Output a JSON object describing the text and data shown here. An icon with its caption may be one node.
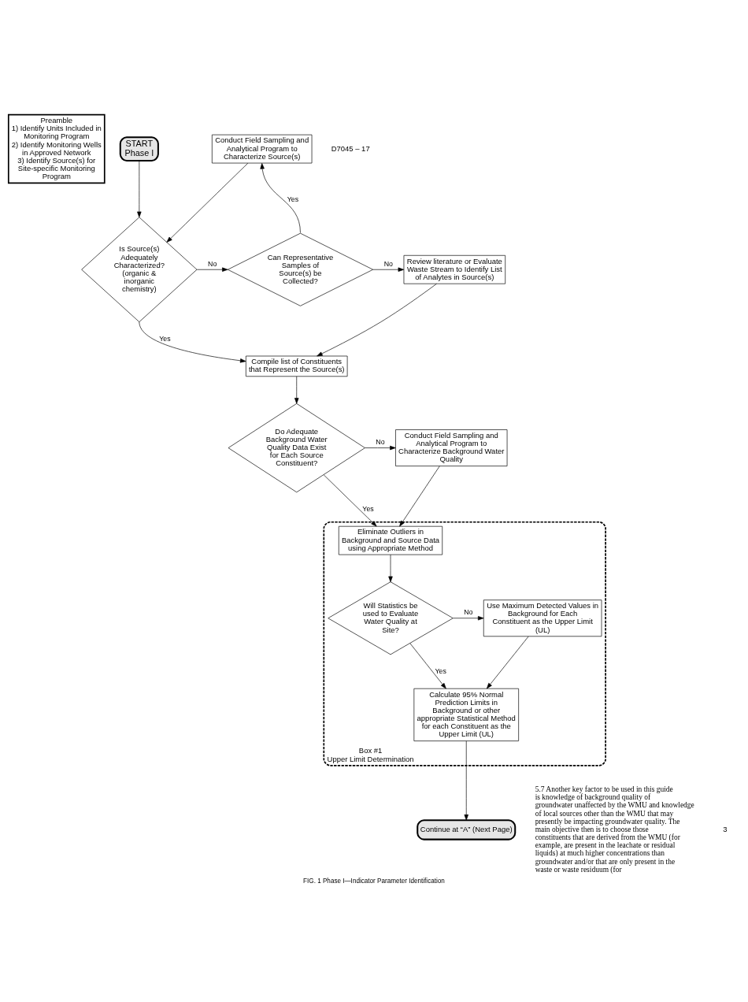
{
  "diagram": {
    "caption": "FIG. 1 Phase I—Indicator Parameter Identification",
    "nodes": [
      {
        "text": [
          "Preamble",
          "1) Identify Units Included in Monitoring Program",
          "2) Identify Monitoring Wells in Approved Network",
          "3) Identify Source(s) for Site-specific Monitoring Program"
        ]
      },
      {
        "text": [
          "START",
          "Phase I"
        ]
      },
      {
        "text": [
          "Conduct Field Sampling and Analytical Program to Characterize Source(s)"
        ]
      },
      {
        "text": [
          "Is Source(s) Adequately Characterized? (organic & inorganic chemistry)"
        ]
      },
      {
        "text": [
          "Can Representative Samples of Source(s) be Collected?"
        ]
      },
      {
        "text": [
          "Review literature or Evaluate Waste Stream to Identify List of Analytes in Source(s)"
        ]
      },
      {
        "text": [
          "Compile list of Constituents that Represent the Source(s)"
        ]
      },
      {
        "text": [
          "Do Adequate Background Water Quality Data Exist for Each Source Constituent?"
        ]
      },
      {
        "text": [
          "Conduct Field Sampling and Analytical Program to Characterize Background Water Quality"
        ]
      },
      {
        "text": [
          "Box #1",
          "Upper Limit Determination"
        ]
      },
      {
        "text": [
          "Eliminate Outliers in Background and Source Data using Appropriate Method"
        ],
        "in": 9
      },
      {
        "text": [
          "Will Statistics be used to Evaluate Water Quality at Site?"
        ],
        "in": 9
      },
      {
        "text": [
          "Use Maximum Detected Values in Background for Each Constituent as the Upper Limit (UL)"
        ],
        "in": 9
      },
      {
        "text": [
          "Calculate 95% Normal Prediction Limits in Background or other appropriate Statistical Method for each Constituent as the Upper Limit (UL)"
        ],
        "in": 9
      },
      {
        "text": [
          "Continue at “A” (Next Page)"
        ]
      }
    ],
    "edges": [
      {
        "from": 1,
        "to": 3,
        "arrow": "to"
      },
      {
        "from": 2,
        "to": 3,
        "arrow": "to"
      },
      {
        "from": 3,
        "to": 4,
        "arrow": "to",
        "label": "No"
      },
      {
        "from": 4,
        "to": 2,
        "arrow": "to",
        "label": "Yes"
      },
      {
        "from": 4,
        "to": 5,
        "arrow": "to",
        "label": "No"
      },
      {
        "from": 3,
        "to": 6,
        "arrow": "to",
        "label": "Yes"
      },
      {
        "from": 5,
        "to": 6,
        "arrow": "to"
      },
      {
        "from": 6,
        "to": 7,
        "arrow": "to"
      },
      {
        "from": 7,
        "to": 8,
        "arrow": "to",
        "label": "No"
      },
      {
        "from": 7,
        "to": 10,
        "arrow": "to",
        "label": "Yes"
      },
      {
        "from": 8,
        "to": 10,
        "arrow": "to"
      },
      {
        "from": 10,
        "to": 11,
        "arrow": "to"
      },
      {
        "from": 11,
        "to": 12,
        "arrow": "to",
        "label": "No"
      },
      {
        "from": 11,
        "to": 13,
        "arrow": "to",
        "label": "Yes"
      },
      {
        "from": 12,
        "to": 13,
        "arrow": "to"
      },
      {
        "from": 13,
        "to": 14,
        "arrow": "to"
      }
    ],
    "labels": [
      "D7045 – 17",
      "5.7 Another key factor to be used in this guide is knowledge of background quality of groundwater unaffected by the WMU and knowledge of local sources other than the WMU that may presently be impacting groundwater quality. The main objective then is to choose those constituents that are derived from the WMU (for example, are present in the leachate or residual liquids) at much higher concentrations than groundwater and/or that are only present in the waste or waste residuum (for",
      "3"
    ]
  }
}
